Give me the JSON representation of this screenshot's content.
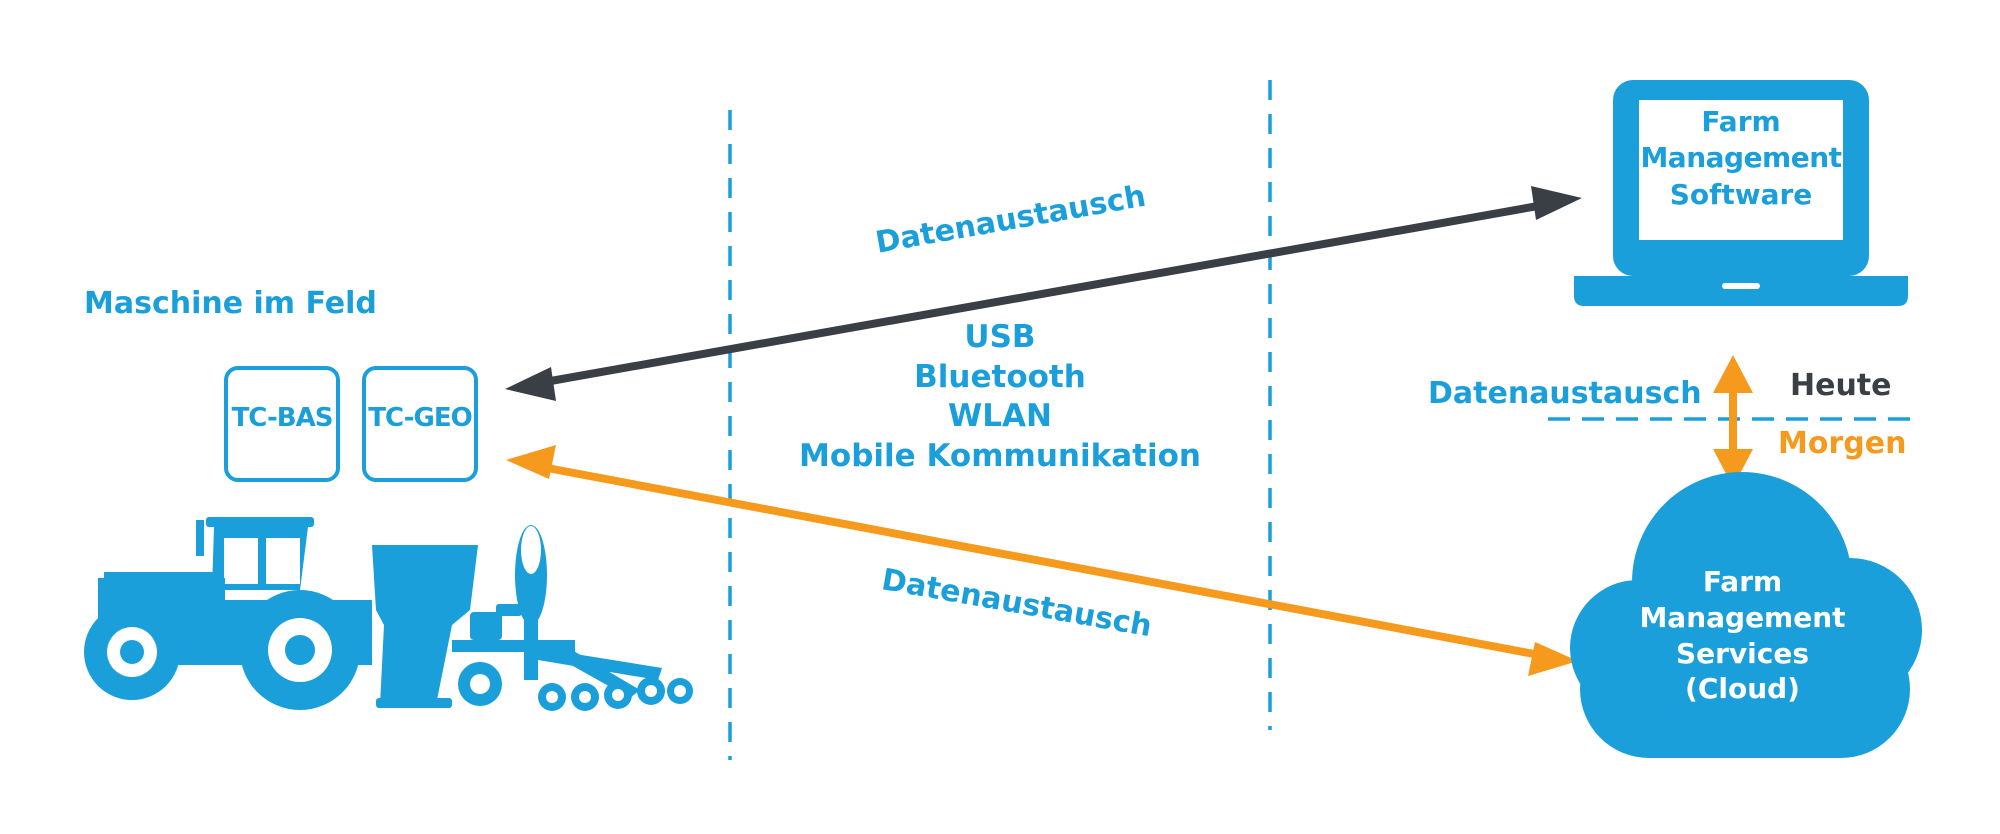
{
  "colors": {
    "blue": "#1a9fdb",
    "dark": "#3a3f45",
    "orange": "#f59a1c",
    "white": "#ffffff"
  },
  "left": {
    "title": "Maschine im Feld",
    "modules": [
      "TC-BAS",
      "TC-GEO"
    ],
    "icons": [
      "tractor-icon",
      "seed-drill-icon"
    ]
  },
  "arrows": {
    "upper_label": "Datenaustausch",
    "lower_label": "Datenaustausch"
  },
  "channels": [
    "USB",
    "Bluetooth",
    "WLAN",
    "Mobile Kommunikation"
  ],
  "right": {
    "software_lines": [
      "Farm",
      "Management",
      "Software"
    ],
    "services_lines": [
      "Farm",
      "Management",
      "Services",
      "(Cloud)"
    ],
    "exchange_label": "Datenaustausch",
    "today": "Heute",
    "tomorrow": "Morgen",
    "icons": [
      "laptop-icon",
      "cloud-icon"
    ]
  }
}
